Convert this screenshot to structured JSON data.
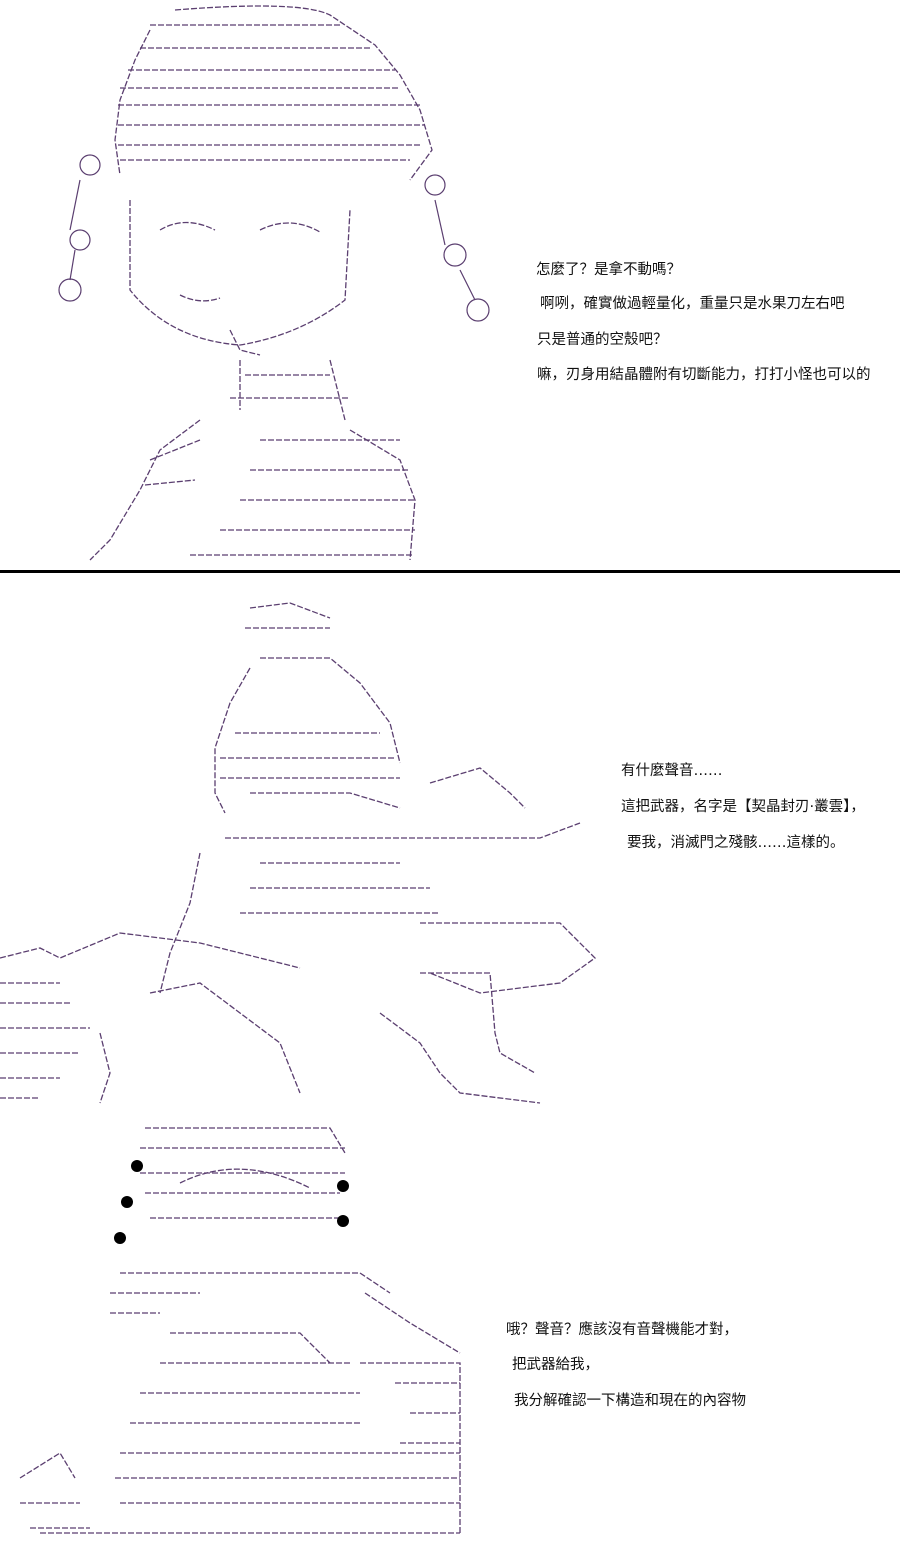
{
  "colors": {
    "ascii_art": "#5b3f70",
    "text": "#111111",
    "background": "#ffffff",
    "divider": "#000000"
  },
  "panels": [
    {
      "dialog": [
        "怎麼了？是拿不動嗎？",
        "啊咧，確實做過輕量化，重量只是水果刀左右吧",
        "只是普通的空殼吧？",
        "嘛，刃身用結晶體附有切斷能力，打打小怪也可以的"
      ]
    },
    {
      "dialog_a": [
        "有什麼聲音……",
        "這把武器，名字是【契晶封刃·叢雲】，",
        "要我，消滅門之殘骸……這樣的。"
      ],
      "dialog_b": [
        "哦？聲音？應該沒有音聲機能才對，",
        "把武器給我，",
        "我分解確認一下構造和現在的內容物"
      ]
    }
  ]
}
